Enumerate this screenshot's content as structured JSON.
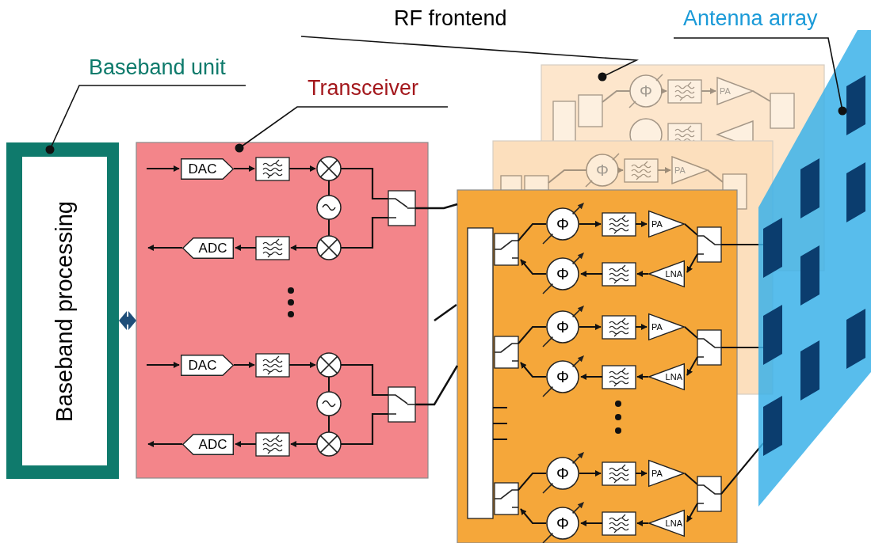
{
  "diagram": {
    "nodes": [
      {
        "text": [
          "Baseband unit"
        ]
      },
      {
        "text": [
          "Baseband processing"
        ],
        "in": 0
      },
      {
        "text": [
          "Transceiver"
        ]
      },
      {
        "text": [
          "DAC"
        ],
        "in": 2
      },
      {
        "text": [
          "ADC"
        ],
        "in": 2
      },
      {
        "text": [
          "DAC"
        ],
        "in": 2
      },
      {
        "text": [
          "ADC"
        ],
        "in": 2
      },
      {
        "text": [
          "RF frontend"
        ]
      },
      {
        "text": [
          "Φ"
        ],
        "in": 7
      },
      {
        "text": [
          "PA"
        ],
        "in": 7
      },
      {
        "text": [
          "Φ"
        ],
        "in": 7
      },
      {
        "text": [
          "LNA"
        ],
        "in": 7
      },
      {
        "text": [
          "Φ"
        ],
        "in": 7
      },
      {
        "text": [
          "PA"
        ],
        "in": 7
      },
      {
        "text": [
          "Φ"
        ],
        "in": 7
      },
      {
        "text": [
          "LNA"
        ],
        "in": 7
      },
      {
        "text": [
          "Φ"
        ],
        "in": 7
      },
      {
        "text": [
          "PA"
        ],
        "in": 7
      },
      {
        "text": [
          "Φ"
        ],
        "in": 7
      },
      {
        "text": [
          "LNA"
        ],
        "in": 7
      },
      {
        "text": [
          "Antenna array"
        ]
      }
    ],
    "edges": [
      {
        "from": 0,
        "to": 2,
        "arrow": "both"
      },
      {
        "from": 2,
        "to": 7,
        "arrow": "none"
      },
      {
        "from": 2,
        "to": 7,
        "arrow": "none"
      }
    ],
    "labels": [
      "Φ",
      "PA",
      "Φ",
      "PA"
    ]
  }
}
